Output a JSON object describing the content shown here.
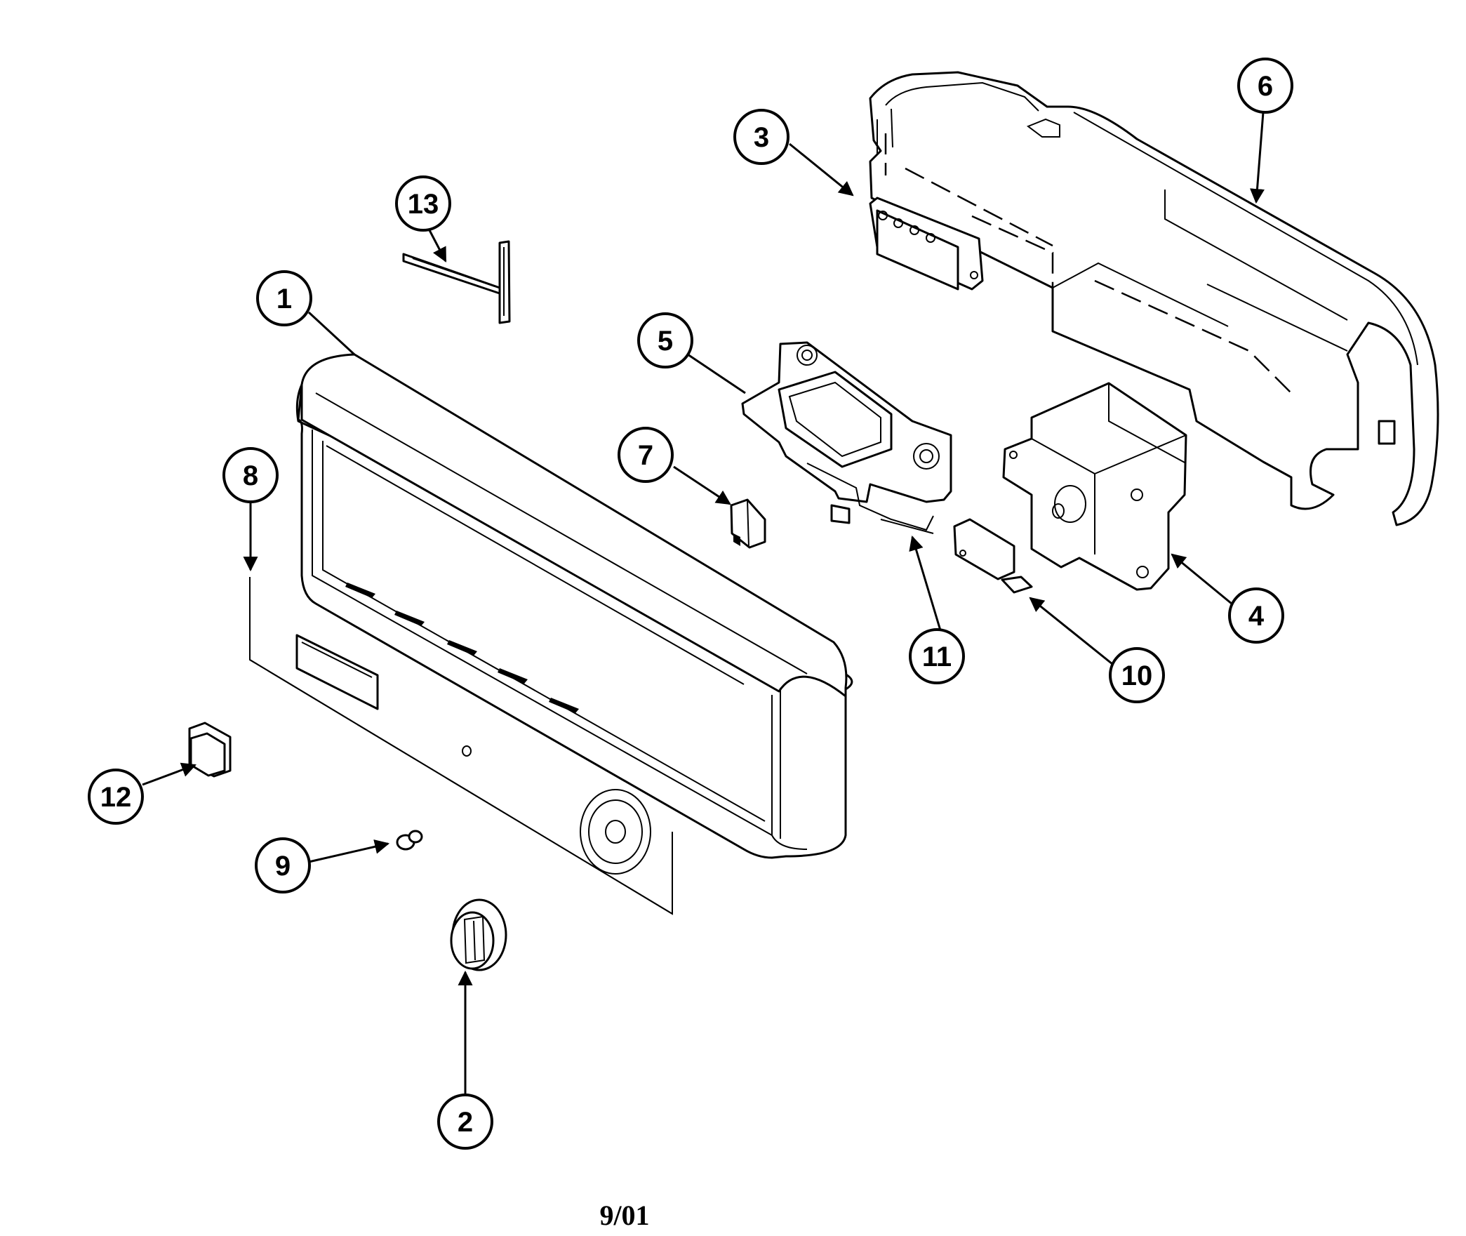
{
  "callouts": [
    {
      "id": "1",
      "label": "1"
    },
    {
      "id": "2",
      "label": "2"
    },
    {
      "id": "3",
      "label": "3"
    },
    {
      "id": "4",
      "label": "4"
    },
    {
      "id": "5",
      "label": "5"
    },
    {
      "id": "6",
      "label": "6"
    },
    {
      "id": "7",
      "label": "7"
    },
    {
      "id": "8",
      "label": "8"
    },
    {
      "id": "9",
      "label": "9"
    },
    {
      "id": "10",
      "label": "10"
    },
    {
      "id": "11",
      "label": "11"
    },
    {
      "id": "12",
      "label": "12"
    },
    {
      "id": "13",
      "label": "13"
    }
  ],
  "footer": {
    "date": "9/01"
  }
}
